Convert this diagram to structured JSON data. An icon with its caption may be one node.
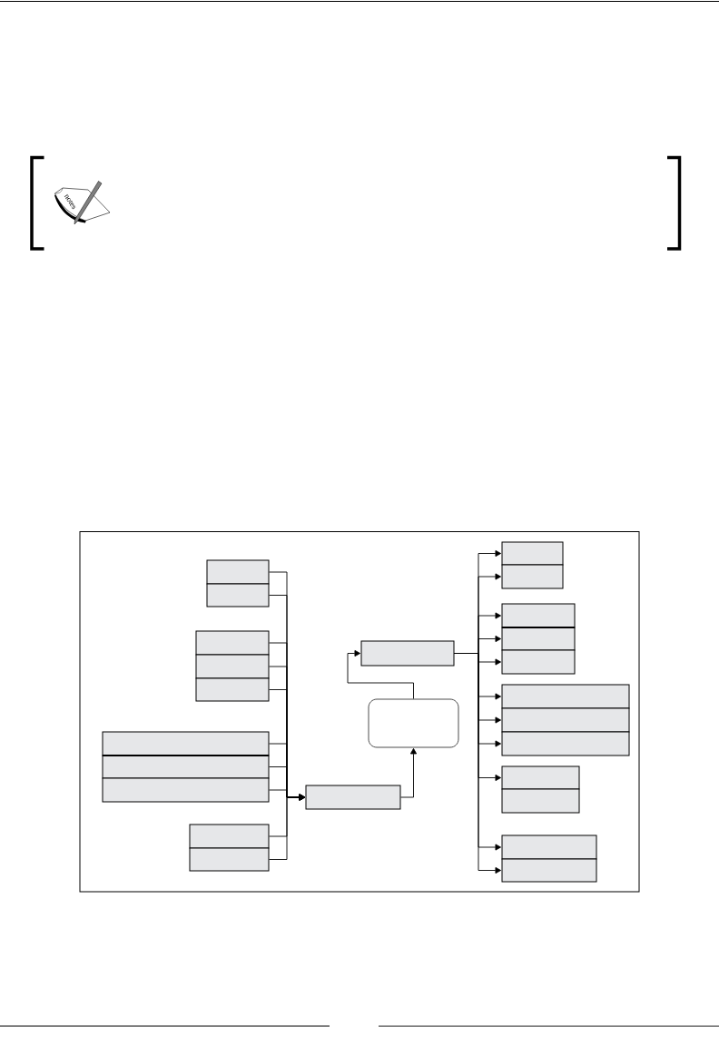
{
  "diagram": {
    "nodes": [
      {
        "text": [],
        "shape": "box"
      },
      {
        "text": [],
        "shape": "box"
      },
      {
        "text": [],
        "shape": "box"
      },
      {
        "text": [],
        "shape": "box"
      },
      {
        "text": [],
        "shape": "box"
      },
      {
        "text": [],
        "shape": "box"
      },
      {
        "text": [],
        "shape": "box"
      },
      {
        "text": [],
        "shape": "box"
      },
      {
        "text": [],
        "shape": "box"
      },
      {
        "text": [],
        "shape": "box"
      },
      {
        "text": [],
        "shape": "box"
      },
      {
        "text": [],
        "shape": "box"
      },
      {
        "text": [],
        "shape": "box"
      },
      {
        "text": [],
        "shape": "box"
      },
      {
        "text": [],
        "shape": "box"
      },
      {
        "text": [],
        "shape": "box"
      },
      {
        "text": [],
        "shape": "box"
      },
      {
        "text": [],
        "shape": "box"
      },
      {
        "text": [],
        "shape": "box"
      },
      {
        "text": [],
        "shape": "box"
      },
      {
        "text": [],
        "shape": "box"
      },
      {
        "text": [],
        "shape": "box"
      },
      {
        "text": [],
        "shape": "box"
      },
      {
        "text": [],
        "shape": "box"
      },
      {
        "text": [],
        "shape": "box"
      }
    ],
    "edges": [
      {
        "from": 0,
        "to": 10,
        "arrow": "to"
      },
      {
        "from": 1,
        "to": 10,
        "arrow": "to"
      },
      {
        "from": 2,
        "to": 10,
        "arrow": "to"
      },
      {
        "from": 3,
        "to": 10,
        "arrow": "to"
      },
      {
        "from": 4,
        "to": 10,
        "arrow": "to"
      },
      {
        "from": 5,
        "to": 10,
        "arrow": "to"
      },
      {
        "from": 6,
        "to": 10,
        "arrow": "to"
      },
      {
        "from": 7,
        "to": 10,
        "arrow": "to"
      },
      {
        "from": 8,
        "to": 10,
        "arrow": "to"
      },
      {
        "from": 9,
        "to": 10,
        "arrow": "to"
      },
      {
        "from": 10,
        "to": 11,
        "arrow": "to"
      },
      {
        "from": 11,
        "to": 12,
        "arrow": "to"
      },
      {
        "from": 12,
        "to": 13,
        "arrow": "to"
      },
      {
        "from": 12,
        "to": 14,
        "arrow": "to"
      },
      {
        "from": 12,
        "to": 15,
        "arrow": "to"
      },
      {
        "from": 12,
        "to": 16,
        "arrow": "to"
      },
      {
        "from": 12,
        "to": 17,
        "arrow": "to"
      },
      {
        "from": 12,
        "to": 18,
        "arrow": "to"
      },
      {
        "from": 12,
        "to": 19,
        "arrow": "to"
      },
      {
        "from": 12,
        "to": 20,
        "arrow": "to"
      },
      {
        "from": 12,
        "to": 21,
        "arrow": "to"
      },
      {
        "from": 12,
        "to": 23,
        "arrow": "to"
      },
      {
        "from": 12,
        "to": 24,
        "arrow": "to"
      }
    ],
    "labels": [
      "notes"
    ]
  }
}
